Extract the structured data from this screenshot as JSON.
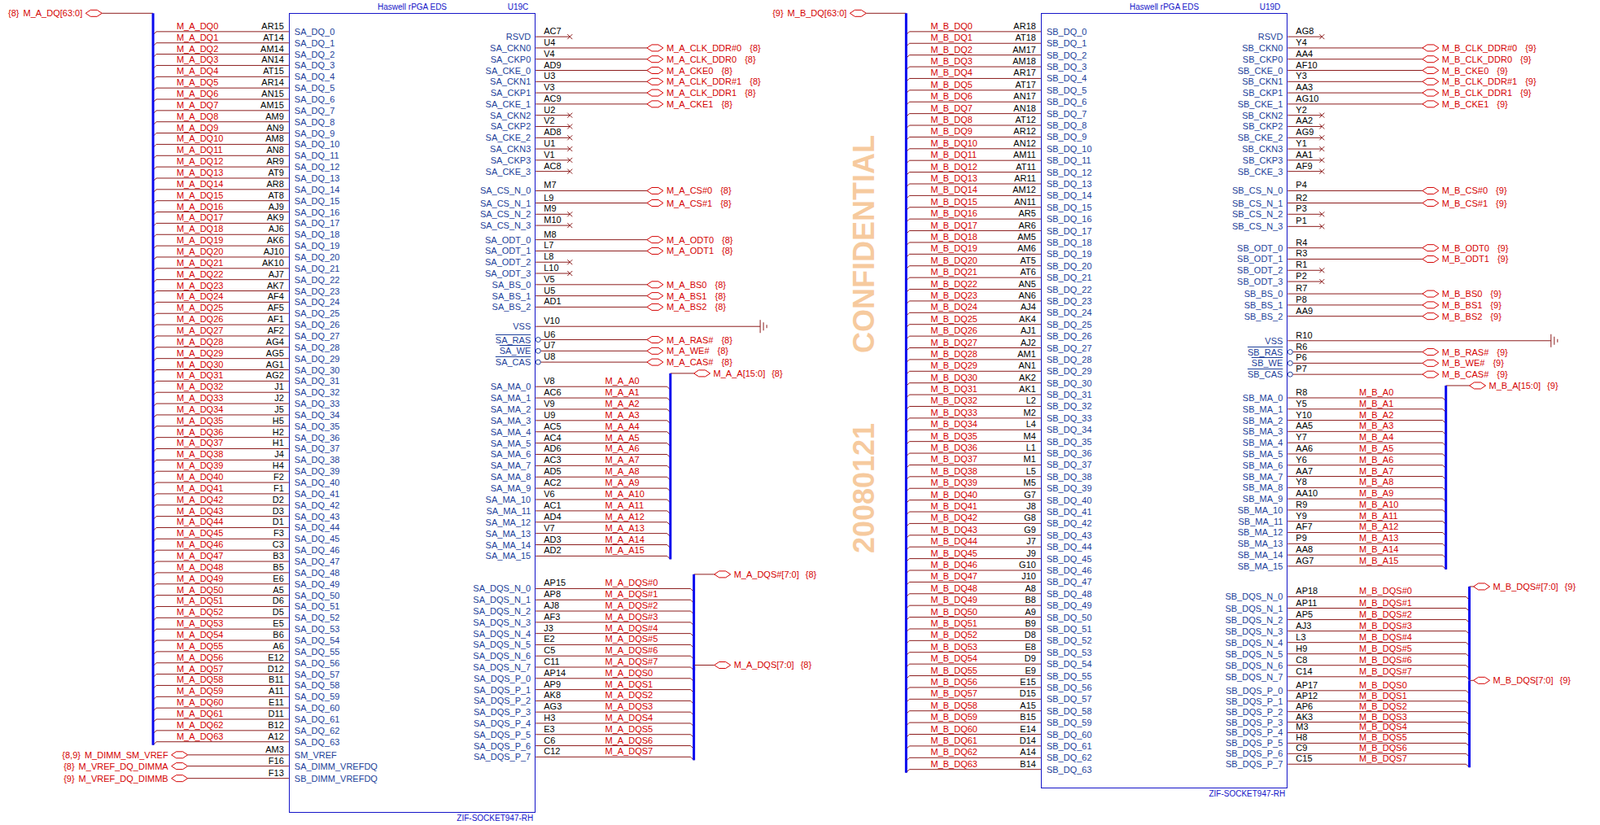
{
  "diagram": {
    "nodes": [
      {
        "text": [
          "Haswell rPGA EDS",
          "U19C",
          "ZIF-SOCKET947-RH"
        ]
      },
      {
        "text": [
          "Haswell rPGA EDS",
          "U19D",
          "ZIF-SOCKET947-RH"
        ]
      }
    ],
    "labels": [
      "{8}",
      "M_A_DQ[63:0]",
      "M_A_DQ0",
      "AR15",
      "SA_DQ_0",
      "M_A_DQ1",
      "AT14",
      "SA_DQ_1",
      "M_A_DQ2",
      "AM14",
      "SA_DQ_2",
      "M_A_DQ3",
      "AN14",
      "SA_DQ_3",
      "M_A_DQ4",
      "AT15",
      "SA_DQ_4",
      "M_A_DQ5",
      "AR14",
      "SA_DQ_5",
      "M_A_DQ6",
      "AN15",
      "SA_DQ_6",
      "M_A_DQ7",
      "AM15",
      "SA_DQ_7",
      "M_A_DQ8",
      "AM9",
      "SA_DQ_8",
      "M_A_DQ9",
      "AN9",
      "SA_DQ_9",
      "M_A_DQ10",
      "AM8",
      "SA_DQ_10",
      "M_A_DQ11",
      "AN8",
      "SA_DQ_11",
      "M_A_DQ12",
      "AR9",
      "SA_DQ_12",
      "M_A_DQ13",
      "AT9",
      "SA_DQ_13",
      "M_A_DQ14",
      "AR8",
      "SA_DQ_14",
      "M_A_DQ15",
      "AT8",
      "SA_DQ_15",
      "M_A_DQ16",
      "AJ9",
      "SA_DQ_16",
      "M_A_DQ17",
      "AK9",
      "SA_DQ_17",
      "M_A_DQ18",
      "AJ6",
      "SA_DQ_18",
      "M_A_DQ19",
      "AK6",
      "SA_DQ_19",
      "M_A_DQ20",
      "AJ10",
      "SA_DQ_20",
      "M_A_DQ21",
      "AK10",
      "SA_DQ_21",
      "M_A_DQ22",
      "AJ7",
      "SA_DQ_22",
      "M_A_DQ23",
      "AK7",
      "SA_DQ_23",
      "M_A_DQ24",
      "AF4",
      "SA_DQ_24",
      "M_A_DQ25",
      "AF5",
      "SA_DQ_25",
      "M_A_DQ26",
      "AF1",
      "SA_DQ_26",
      "M_A_DQ27",
      "AF2",
      "SA_DQ_27",
      "M_A_DQ28",
      "AG4",
      "SA_DQ_28",
      "M_A_DQ29",
      "AG5",
      "SA_DQ_29",
      "M_A_DQ30",
      "AG1",
      "SA_DQ_30",
      "M_A_DQ31",
      "AG2",
      "SA_DQ_31",
      "M_A_DQ32",
      "J1",
      "SA_DQ_32",
      "M_A_DQ33",
      "J2",
      "SA_DQ_33",
      "M_A_DQ34",
      "J5",
      "SA_DQ_34",
      "M_A_DQ35",
      "H5",
      "SA_DQ_35",
      "M_A_DQ36",
      "H2",
      "SA_DQ_36",
      "M_A_DQ37",
      "H1",
      "SA_DQ_37",
      "M_A_DQ38",
      "J4",
      "SA_DQ_38",
      "M_A_DQ39",
      "H4",
      "SA_DQ_39",
      "M_A_DQ40",
      "F2",
      "SA_DQ_40",
      "M_A_DQ41",
      "F1",
      "SA_DQ_41",
      "M_A_DQ42",
      "D2",
      "SA_DQ_42",
      "M_A_DQ43",
      "D3",
      "SA_DQ_43",
      "M_A_DQ44",
      "D1",
      "SA_DQ_44",
      "M_A_DQ45",
      "F3",
      "SA_DQ_45",
      "M_A_DQ46",
      "C3",
      "SA_DQ_46",
      "M_A_DQ47",
      "B3",
      "SA_DQ_47",
      "M_A_DQ48",
      "B5",
      "SA_DQ_48",
      "M_A_DQ49",
      "E6",
      "SA_DQ_49",
      "M_A_DQ50",
      "A5",
      "SA_DQ_50",
      "M_A_DQ51",
      "D6",
      "SA_DQ_51",
      "M_A_DQ52",
      "D5",
      "SA_DQ_52",
      "M_A_DQ53",
      "E5",
      "SA_DQ_53",
      "M_A_DQ54",
      "B6",
      "SA_DQ_54",
      "M_A_DQ55",
      "A6",
      "SA_DQ_55",
      "M_A_DQ56",
      "E12",
      "SA_DQ_56",
      "M_A_DQ57",
      "D12",
      "SA_DQ_57",
      "M_A_DQ58",
      "B11",
      "SA_DQ_58",
      "M_A_DQ59",
      "A11",
      "SA_DQ_59",
      "M_A_DQ60",
      "E11",
      "SA_DQ_60",
      "M_A_DQ61",
      "D11",
      "SA_DQ_61",
      "M_A_DQ62",
      "B12",
      "SA_DQ_62",
      "M_A_DQ63",
      "A12",
      "SA_DQ_63",
      "{8,9}",
      "M_DIMM_SM_VREF",
      "AM3",
      "SM_VREF",
      "{8}",
      "M_VREF_DQ_DIMMA",
      "F16",
      "SA_DIMM_VREFDQ",
      "{9}",
      "M_VREF_DQ_DIMMB",
      "F13",
      "SB_DIMM_VREFDQ",
      "RSVD",
      "AC7",
      "SA_CKN0",
      "U4",
      "M_A_CLK_DDR#0",
      "{8}",
      "SA_CKP0",
      "V4",
      "M_A_CLK_DDR0",
      "{8}",
      "SA_CKE_0",
      "AD9",
      "M_A_CKE0",
      "{8}",
      "SA_CKN1",
      "U3",
      "M_A_CLK_DDR#1",
      "{8}",
      "SA_CKP1",
      "V3",
      "M_A_CLK_DDR1",
      "{8}",
      "SA_CKE_1",
      "AC9",
      "M_A_CKE1",
      "{8}",
      "SA_CKN2",
      "U2",
      "SA_CKP2",
      "V2",
      "SA_CKE_2",
      "AD8",
      "SA_CKN3",
      "U1",
      "SA_CKP3",
      "V1",
      "SA_CKE_3",
      "AC8",
      "SA_CS_N_0",
      "M7",
      "M_A_CS#0",
      "{8}",
      "SA_CS_N_1",
      "L9",
      "M_A_CS#1",
      "{8}",
      "SA_CS_N_2",
      "M9",
      "SA_CS_N_3",
      "M10",
      "SA_ODT_0",
      "M8",
      "M_A_ODT0",
      "{8}",
      "SA_ODT_1",
      "L7",
      "M_A_ODT1",
      "{8}",
      "SA_ODT_2",
      "L8",
      "SA_ODT_3",
      "L10",
      "SA_BS_0",
      "V5",
      "M_A_BS0",
      "{8}",
      "SA_BS_1",
      "U5",
      "M_A_BS1",
      "{8}",
      "SA_BS_2",
      "AD1",
      "M_A_BS2",
      "{8}",
      "VSS",
      "V10",
      "SA_RAS",
      "U6",
      "M_A_RAS#",
      "{8}",
      "SA_WE",
      "U7",
      "M_A_WE#",
      "{8}",
      "SA_CAS",
      "U8",
      "M_A_CAS#",
      "{8}",
      "M_A_A[15:0]",
      "{8}",
      "SA_MA_0",
      "V8",
      "M_A_A0",
      "SA_MA_1",
      "AC6",
      "M_A_A1",
      "SA_MA_2",
      "V9",
      "M_A_A2",
      "SA_MA_3",
      "U9",
      "M_A_A3",
      "SA_MA_4",
      "AC5",
      "M_A_A4",
      "SA_MA_5",
      "AC4",
      "M_A_A5",
      "SA_MA_6",
      "AD6",
      "M_A_A6",
      "SA_MA_7",
      "AC3",
      "M_A_A7",
      "SA_MA_8",
      "AD5",
      "M_A_A8",
      "SA_MA_9",
      "AC2",
      "M_A_A9",
      "SA_MA_10",
      "V6",
      "M_A_A10",
      "SA_MA_11",
      "AC1",
      "M_A_A11",
      "SA_MA_12",
      "AD4",
      "M_A_A12",
      "SA_MA_13",
      "V7",
      "M_A_A13",
      "SA_MA_14",
      "AD3",
      "M_A_A14",
      "SA_MA_15",
      "AD2",
      "M_A_A15",
      "M_A_DQS#[7:0]",
      "{8}",
      "SA_DQS_N_0",
      "AP15",
      "M_A_DQS#0",
      "SA_DQS_N_1",
      "AP8",
      "M_A_DQS#1",
      "SA_DQS_N_2",
      "AJ8",
      "M_A_DQS#2",
      "SA_DQS_N_3",
      "AF3",
      "M_A_DQS#3",
      "SA_DQS_N_4",
      "J3",
      "M_A_DQS#4",
      "SA_DQS_N_5",
      "E2",
      "M_A_DQS#5",
      "SA_DQS_N_6",
      "C5",
      "M_A_DQS#6",
      "SA_DQS_N_7",
      "C11",
      "M_A_DQS#7",
      "M_A_DQS[7:0]",
      "{8}",
      "SA_DQS_P_0",
      "AP14",
      "M_A_DQS0",
      "SA_DQS_P_1",
      "AP9",
      "M_A_DQS1",
      "SA_DQS_P_2",
      "AK8",
      "M_A_DQS2",
      "SA_DQS_P_3",
      "AG3",
      "M_A_DQS3",
      "SA_DQS_P_4",
      "H3",
      "M_A_DQS4",
      "SA_DQS_P_5",
      "E3",
      "M_A_DQS5",
      "SA_DQS_P_6",
      "C6",
      "M_A_DQS6",
      "SA_DQS_P_7",
      "C12",
      "M_A_DQS7",
      "{9}",
      "M_B_DQ[63:0]",
      "M_B_DQ0",
      "AR18",
      "SB_DQ_0",
      "M_B_DQ1",
      "AT18",
      "SB_DQ_1",
      "M_B_DQ2",
      "AM17",
      "SB_DQ_2",
      "M_B_DQ3",
      "AM18",
      "SB_DQ_3",
      "M_B_DQ4",
      "AR17",
      "SB_DQ_4",
      "M_B_DQ5",
      "AT17",
      "SB_DQ_5",
      "M_B_DQ6",
      "AN17",
      "SB_DQ_6",
      "M_B_DQ7",
      "AN18",
      "SB_DQ_7",
      "M_B_DQ8",
      "AT12",
      "SB_DQ_8",
      "M_B_DQ9",
      "AR12",
      "SB_DQ_9",
      "M_B_DQ10",
      "AN12",
      "SB_DQ_10",
      "M_B_DQ11",
      "AM11",
      "SB_DQ_11",
      "M_B_DQ12",
      "AT11",
      "SB_DQ_12",
      "M_B_DQ13",
      "AR11",
      "SB_DQ_13",
      "M_B_DQ14",
      "AM12",
      "SB_DQ_14",
      "M_B_DQ15",
      "AN11",
      "SB_DQ_15",
      "M_B_DQ16",
      "AR5",
      "SB_DQ_16",
      "M_B_DQ17",
      "AR6",
      "SB_DQ_17",
      "M_B_DQ18",
      "AM5",
      "SB_DQ_18",
      "M_B_DQ19",
      "AM6",
      "SB_DQ_19",
      "M_B_DQ20",
      "AT5",
      "SB_DQ_20",
      "M_B_DQ21",
      "AT6",
      "SB_DQ_21",
      "M_B_DQ22",
      "AN5",
      "SB_DQ_22",
      "M_B_DQ23",
      "AN6",
      "SB_DQ_23",
      "M_B_DQ24",
      "AJ4",
      "SB_DQ_24",
      "M_B_DQ25",
      "AK4",
      "SB_DQ_25",
      "M_B_DQ26",
      "AJ1",
      "SB_DQ_26",
      "M_B_DQ27",
      "AJ2",
      "SB_DQ_27",
      "M_B_DQ28",
      "AM1",
      "SB_DQ_28",
      "M_B_DQ29",
      "AN1",
      "SB_DQ_29",
      "M_B_DQ30",
      "AK2",
      "SB_DQ_30",
      "M_B_DQ31",
      "AK1",
      "SB_DQ_31",
      "M_B_DQ32",
      "L2",
      "SB_DQ_32",
      "M_B_DQ33",
      "M2",
      "SB_DQ_33",
      "M_B_DQ34",
      "L4",
      "SB_DQ_34",
      "M_B_DQ35",
      "M4",
      "SB_DQ_35",
      "M_B_DQ36",
      "L1",
      "SB_DQ_36",
      "M_B_DQ37",
      "M1",
      "SB_DQ_37",
      "M_B_DQ38",
      "L5",
      "SB_DQ_38",
      "M_B_DQ39",
      "M5",
      "SB_DQ_39",
      "M_B_DQ40",
      "G7",
      "SB_DQ_40",
      "M_B_DQ41",
      "J8",
      "SB_DQ_41",
      "M_B_DQ42",
      "G8",
      "SB_DQ_42",
      "M_B_DQ43",
      "G9",
      "SB_DQ_43",
      "M_B_DQ44",
      "J7",
      "SB_DQ_44",
      "M_B_DQ45",
      "J9",
      "SB_DQ_45",
      "M_B_DQ46",
      "G10",
      "SB_DQ_46",
      "M_B_DQ47",
      "J10",
      "SB_DQ_47",
      "M_B_DQ48",
      "A8",
      "SB_DQ_48",
      "M_B_DQ49",
      "B8",
      "SB_DQ_49",
      "M_B_DQ50",
      "A9",
      "SB_DQ_50",
      "M_B_DQ51",
      "B9",
      "SB_DQ_51",
      "M_B_DQ52",
      "D8",
      "SB_DQ_52",
      "M_B_DQ53",
      "E8",
      "SB_DQ_53",
      "M_B_DQ54",
      "D9",
      "SB_DQ_54",
      "M_B_DQ55",
      "E9",
      "SB_DQ_55",
      "M_B_DQ56",
      "E15",
      "SB_DQ_56",
      "M_B_DQ57",
      "D15",
      "SB_DQ_57",
      "M_B_DQ58",
      "A15",
      "SB_DQ_58",
      "M_B_DQ59",
      "B15",
      "SB_DQ_59",
      "M_B_DQ60",
      "E14",
      "SB_DQ_60",
      "M_B_DQ61",
      "D14",
      "SB_DQ_61",
      "M_B_DQ62",
      "A14",
      "SB_DQ_62",
      "M_B_DQ63",
      "B14",
      "SB_DQ_63",
      "RSVD",
      "AG8",
      "SB_CKN0",
      "Y4",
      "M_B_CLK_DDR#0",
      "{9}",
      "SB_CKP0",
      "AA4",
      "M_B_CLK_DDR0",
      "{9}",
      "SB_CKE_0",
      "AF10",
      "M_B_CKE0",
      "{9}",
      "SB_CKN1",
      "Y3",
      "M_B_CLK_DDR#1",
      "{9}",
      "SB_CKP1",
      "AA3",
      "M_B_CLK_DDR1",
      "{9}",
      "SB_CKE_1",
      "AG10",
      "M_B_CKE1",
      "{9}",
      "SB_CKN2",
      "Y2",
      "SB_CKP2",
      "AA2",
      "SB_CKE_2",
      "AG9",
      "SB_CKN3",
      "Y1",
      "SB_CKP3",
      "AA1",
      "SB_CKE_3",
      "AF9",
      "SB_CS_N_0",
      "P4",
      "M_B_CS#0",
      "{9}",
      "SB_CS_N_1",
      "R2",
      "M_B_CS#1",
      "{9}",
      "SB_CS_N_2",
      "P3",
      "SB_CS_N_3",
      "P1",
      "SB_ODT_0",
      "R4",
      "M_B_ODT0",
      "{9}",
      "SB_ODT_1",
      "R3",
      "M_B_ODT1",
      "{9}",
      "SB_ODT_2",
      "R1",
      "SB_ODT_3",
      "P2",
      "SB_BS_0",
      "R7",
      "M_B_BS0",
      "{9}",
      "SB_BS_1",
      "P8",
      "M_B_BS1",
      "{9}",
      "SB_BS_2",
      "AA9",
      "M_B_BS2",
      "{9}",
      "VSS",
      "R10",
      "SB_RAS",
      "R6",
      "M_B_RAS#",
      "{9}",
      "SB_WE",
      "P6",
      "M_B_WE#",
      "{9}",
      "SB_CAS",
      "P7",
      "M_B_CAS#",
      "{9}",
      "M_B_A[15:0]",
      "{9}",
      "SB_MA_0",
      "R8",
      "M_B_A0",
      "SB_MA_1",
      "Y5",
      "M_B_A1",
      "SB_MA_2",
      "Y10",
      "M_B_A2",
      "SB_MA_3",
      "AA5",
      "M_B_A3",
      "SB_MA_4",
      "Y7",
      "M_B_A4",
      "SB_MA_5",
      "AA6",
      "M_B_A5",
      "SB_MA_6",
      "Y6",
      "M_B_A6",
      "SB_MA_7",
      "AA7",
      "M_B_A7",
      "SB_MA_8",
      "Y8",
      "M_B_A8",
      "SB_MA_9",
      "AA10",
      "M_B_A9",
      "SB_MA_10",
      "R9",
      "M_B_A10",
      "SB_MA_11",
      "Y9",
      "M_B_A11",
      "SB_MA_12",
      "AF7",
      "M_B_A12",
      "SB_MA_13",
      "P9",
      "M_B_A13",
      "SB_MA_14",
      "AA8",
      "M_B_A14",
      "SB_MA_15",
      "AG7",
      "M_B_A15",
      "M_B_DQS#[7:0]",
      "{9}",
      "SB_DQS_N_0",
      "AP18",
      "M_B_DQS#0",
      "SB_DQS_N_1",
      "AP11",
      "M_B_DQS#1",
      "SB_DQS_N_2",
      "AP5",
      "M_B_DQS#2",
      "SB_DQS_N_3",
      "AJ3",
      "M_B_DQS#3",
      "SB_DQS_N_4",
      "L3",
      "M_B_DQS#4",
      "SB_DQS_N_5",
      "H9",
      "M_B_DQS#5",
      "SB_DQS_N_6",
      "C8",
      "M_B_DQS#6",
      "SB_DQS_N_7",
      "C14",
      "M_B_DQS#7",
      "M_B_DQS[7:0]",
      "{9}",
      "SB_DQS_P_0",
      "AP17",
      "M_B_DQS0",
      "SB_DQS_P_1",
      "AP12",
      "M_B_DQS1",
      "SB_DQS_P_2",
      "AP6",
      "M_B_DQS2",
      "SB_DQS_P_3",
      "AK3",
      "M_B_DQS3",
      "SB_DQS_P_4",
      "M3",
      "M_B_DQS4",
      "SB_DQS_P_5",
      "H8",
      "M_B_DQS5",
      "SB_DQS_P_6",
      "C9",
      "M_B_DQS6",
      "SB_DQS_P_7",
      "C15",
      "M_B_DQS7",
      "CONFIDENTIAL",
      "20080121"
    ]
  }
}
